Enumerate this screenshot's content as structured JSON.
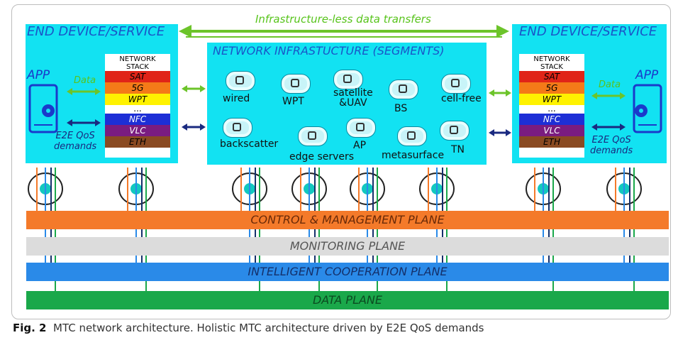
{
  "transfer_label": "Infrastructure-less data transfers",
  "left_device": {
    "title": "END DEVICE/SERVICE",
    "app": "APP",
    "data": "Data",
    "qos": [
      "E2E QoS",
      "demands"
    ]
  },
  "right_device": {
    "title": "END DEVICE/SERVICE",
    "app": "APP",
    "data": "Data",
    "qos": [
      "E2E QoS",
      "demands"
    ]
  },
  "network_stack": {
    "header": [
      "NETWORK",
      "STACK"
    ],
    "layers": [
      {
        "label": "SAT",
        "color": "#e02418",
        "text_color": "#000"
      },
      {
        "label": "5G",
        "color": "#f47a18",
        "text_color": "#000"
      },
      {
        "label": "WPT",
        "color": "#fff200",
        "text_color": "#000"
      },
      {
        "label": "...",
        "color": "#ffffff",
        "text_color": "#000"
      },
      {
        "label": "NFC",
        "color": "#1d2fd6",
        "text_color": "#ffffff"
      },
      {
        "label": "VLC",
        "color": "#7a1c80",
        "text_color": "#ffffff"
      },
      {
        "label": "ETH",
        "color": "#8a4a22",
        "text_color": "#000"
      }
    ]
  },
  "infrastructure": {
    "title": "NETWORK INFRASTUCTURE (SEGMENTS)",
    "segments": [
      {
        "label": "wired",
        "icon": "wired-icon"
      },
      {
        "label": "WPT",
        "icon": "wpt-icon"
      },
      {
        "label": "satellite\n&UAV",
        "icon": "satellite-icon"
      },
      {
        "label": "BS",
        "icon": "bs-icon"
      },
      {
        "label": "cell-free",
        "icon": "cell-free-icon"
      },
      {
        "label": "backscatter",
        "icon": "backscatter-icon"
      },
      {
        "label": "edge servers",
        "icon": "edge-servers-icon"
      },
      {
        "label": "AP",
        "icon": "ap-icon"
      },
      {
        "label": "metasurface",
        "icon": "metasurface-icon"
      },
      {
        "label": "TN",
        "icon": "tn-icon"
      }
    ]
  },
  "planes": [
    {
      "label": "CONTROL & MANAGEMENT PLANE",
      "color": "#f47a2a",
      "text_color": "#6a2a08"
    },
    {
      "label": "MONITORING PLANE",
      "color": "#dcdcdc",
      "text_color": "#555555"
    },
    {
      "label": "INTELLIGENT COOPERATION PLANE",
      "color": "#2a8ae8",
      "text_color": "#14306a"
    },
    {
      "label": "DATA PLANE",
      "color": "#1aa84a",
      "text_color": "#0c4a20"
    }
  ],
  "caption": {
    "fig": "Fig. 2",
    "text": "MTC network architecture. Holistic MTC architecture driven by E2E QoS demands"
  }
}
